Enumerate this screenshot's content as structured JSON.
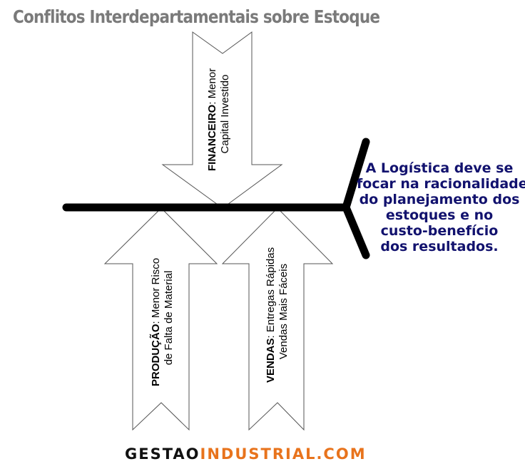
{
  "title": "Conflitos Interdepartamentais sobre Estoque",
  "departments": [
    {
      "name": "FINANCEIRO",
      "line1": ": Menor",
      "line2": "Capital Investido"
    },
    {
      "name": "PRODUÇÃO",
      "line1": ": Menor Risco",
      "line2": "de Falta de Material"
    },
    {
      "name": "VENDAS",
      "line1": ": Entregas Rápidas",
      "line2": "Vendas Mais Fáceis"
    }
  ],
  "conclusion": [
    "A Logística deve se",
    "focar na racionalidade",
    "do planejamento dos",
    "estoques e no",
    "custo-benefício",
    "dos resultados."
  ],
  "brand": {
    "part1": "GESTAO",
    "part2": "INDUSTRIAL.COM"
  },
  "colors": {
    "title": "#7a7a7a",
    "conclusion": "#12126e",
    "brand_accent": "#e8731c"
  }
}
